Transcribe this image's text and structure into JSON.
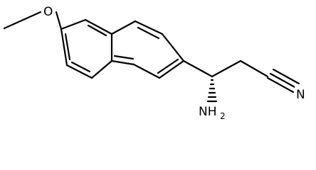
{
  "molecule": {
    "atoms": {
      "methoxy_oxygen": "O",
      "amine_main": "NH",
      "amine_subscript": "2",
      "nitrile_nitrogen": "N"
    }
  }
}
